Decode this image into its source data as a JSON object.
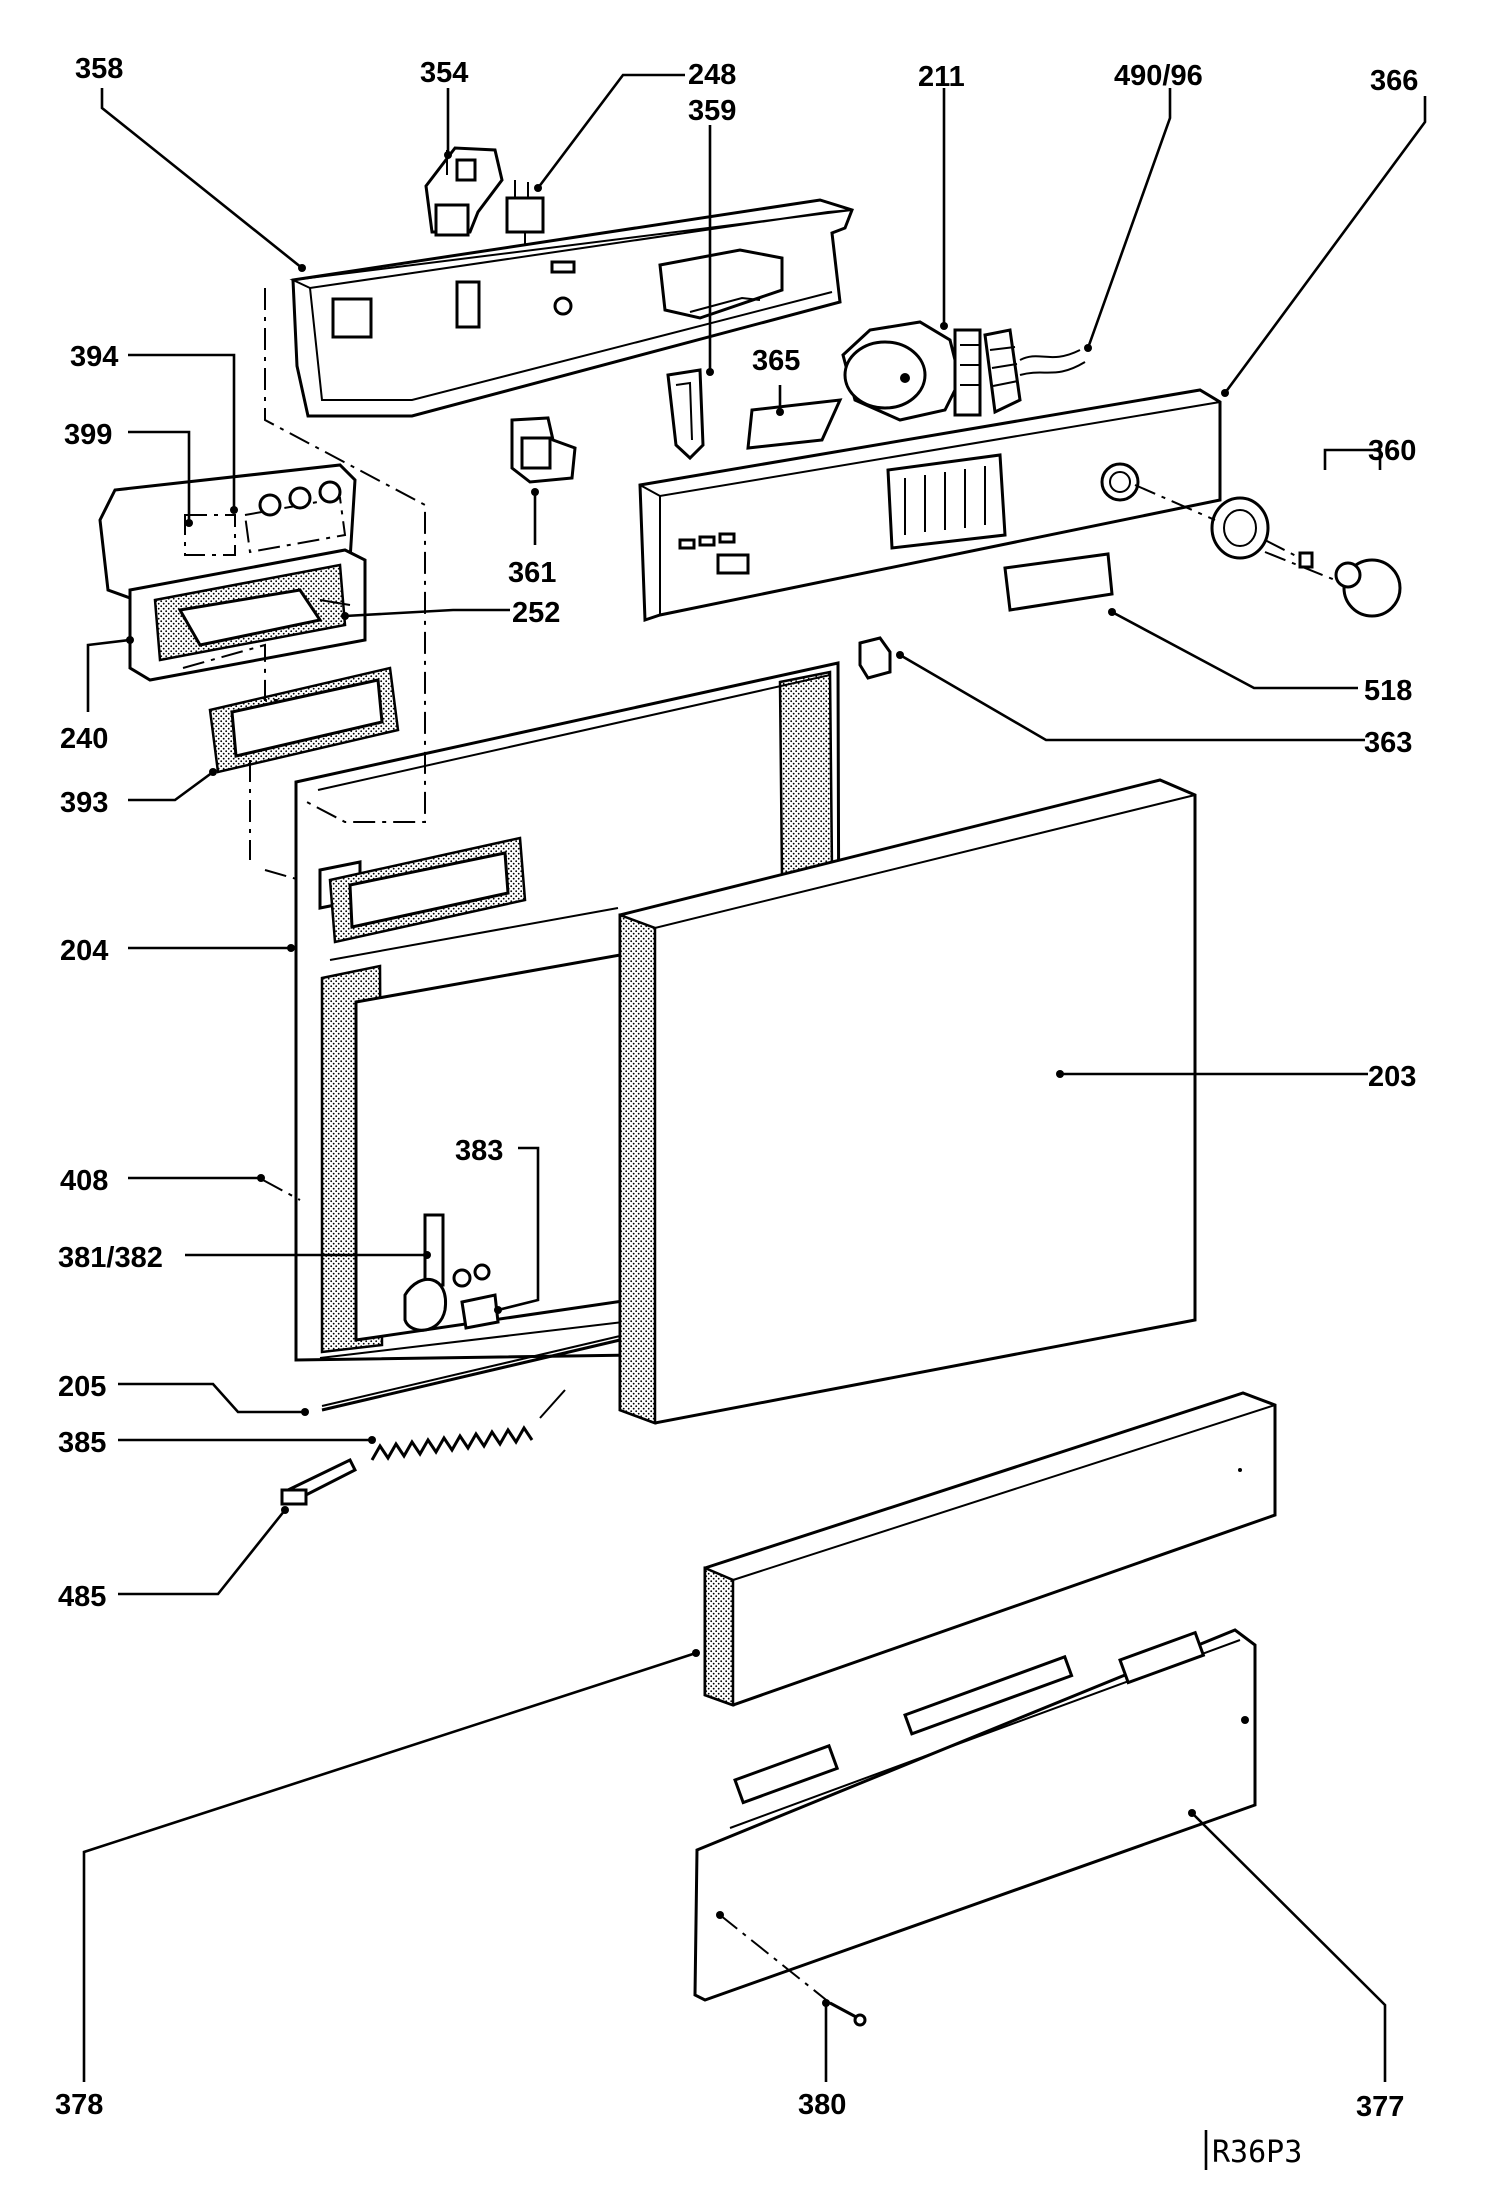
{
  "callouts": [
    {
      "id": "358",
      "text": "358"
    },
    {
      "id": "354",
      "text": "354"
    },
    {
      "id": "248",
      "text": "248"
    },
    {
      "id": "359",
      "text": "359"
    },
    {
      "id": "211",
      "text": "211"
    },
    {
      "id": "490_96",
      "text": "490/96"
    },
    {
      "id": "366",
      "text": "366"
    },
    {
      "id": "394",
      "text": "394"
    },
    {
      "id": "365",
      "text": "365"
    },
    {
      "id": "399",
      "text": "399"
    },
    {
      "id": "360",
      "text": "360"
    },
    {
      "id": "361",
      "text": "361"
    },
    {
      "id": "252",
      "text": "252"
    },
    {
      "id": "518",
      "text": "518"
    },
    {
      "id": "240",
      "text": "240"
    },
    {
      "id": "363",
      "text": "363"
    },
    {
      "id": "393",
      "text": "393"
    },
    {
      "id": "204",
      "text": "204"
    },
    {
      "id": "203",
      "text": "203"
    },
    {
      "id": "408",
      "text": "408"
    },
    {
      "id": "383",
      "text": "383"
    },
    {
      "id": "381_382",
      "text": "381/382"
    },
    {
      "id": "205",
      "text": "205"
    },
    {
      "id": "385",
      "text": "385"
    },
    {
      "id": "485",
      "text": "485"
    },
    {
      "id": "378",
      "text": "378"
    },
    {
      "id": "380",
      "text": "380"
    },
    {
      "id": "377",
      "text": "377"
    }
  ],
  "drawing_ref": "R36P3"
}
